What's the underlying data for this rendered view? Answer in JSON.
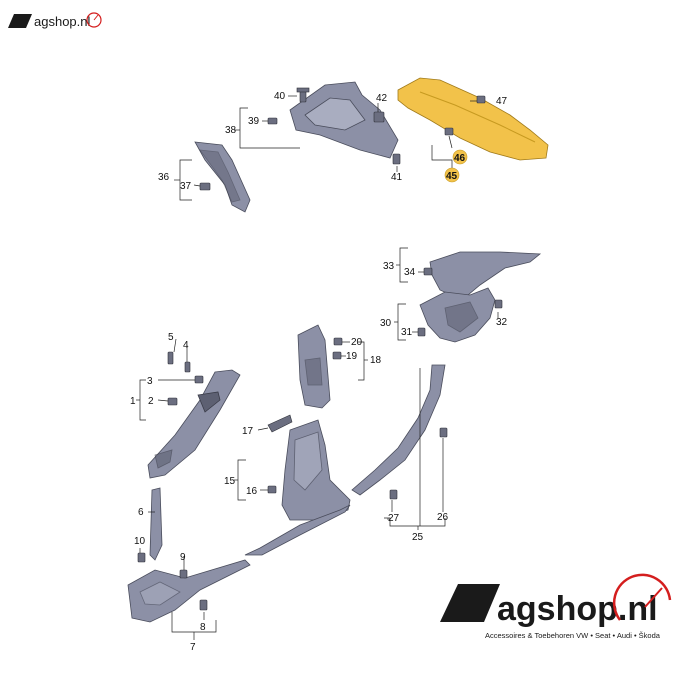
{
  "branding": {
    "small_logo_text": "agshop.nl",
    "big_logo_text": "agshop.nl",
    "tagline": "Accessoires & Toebehoren VW • Seat • Audi • Škoda",
    "accent_red": "#d41e1e",
    "logo_dark": "#1a1a1a"
  },
  "callouts": {
    "c1": "1",
    "c2": "2",
    "c3": "3",
    "c4": "4",
    "c5": "5",
    "c6": "6",
    "c7": "7",
    "c8": "8",
    "c9": "9",
    "c10": "10",
    "c15": "15",
    "c16": "16",
    "c17": "17",
    "c18": "18",
    "c19": "19",
    "c20": "20",
    "c25": "25",
    "c26": "26",
    "c27": "27",
    "c30": "30",
    "c31": "31",
    "c32": "32",
    "c33": "33",
    "c34": "34",
    "c36": "36",
    "c37": "37",
    "c38": "38",
    "c39": "39",
    "c40": "40",
    "c41": "41",
    "c42": "42",
    "c45": "45",
    "c46": "46",
    "c47": "47"
  },
  "colors": {
    "part_fill": "#8c90a6",
    "highlight_fill": "#f2c24a"
  }
}
